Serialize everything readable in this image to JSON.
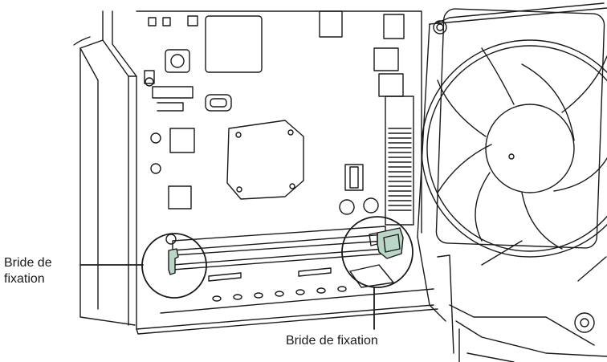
{
  "callouts": {
    "left_line1": "Bride de",
    "left_line2": "fixation",
    "bottom": "Bride de fixation"
  },
  "colors": {
    "line": "#1a1a1a",
    "clip_fill": "#b9d6c7",
    "background": "#ffffff"
  }
}
